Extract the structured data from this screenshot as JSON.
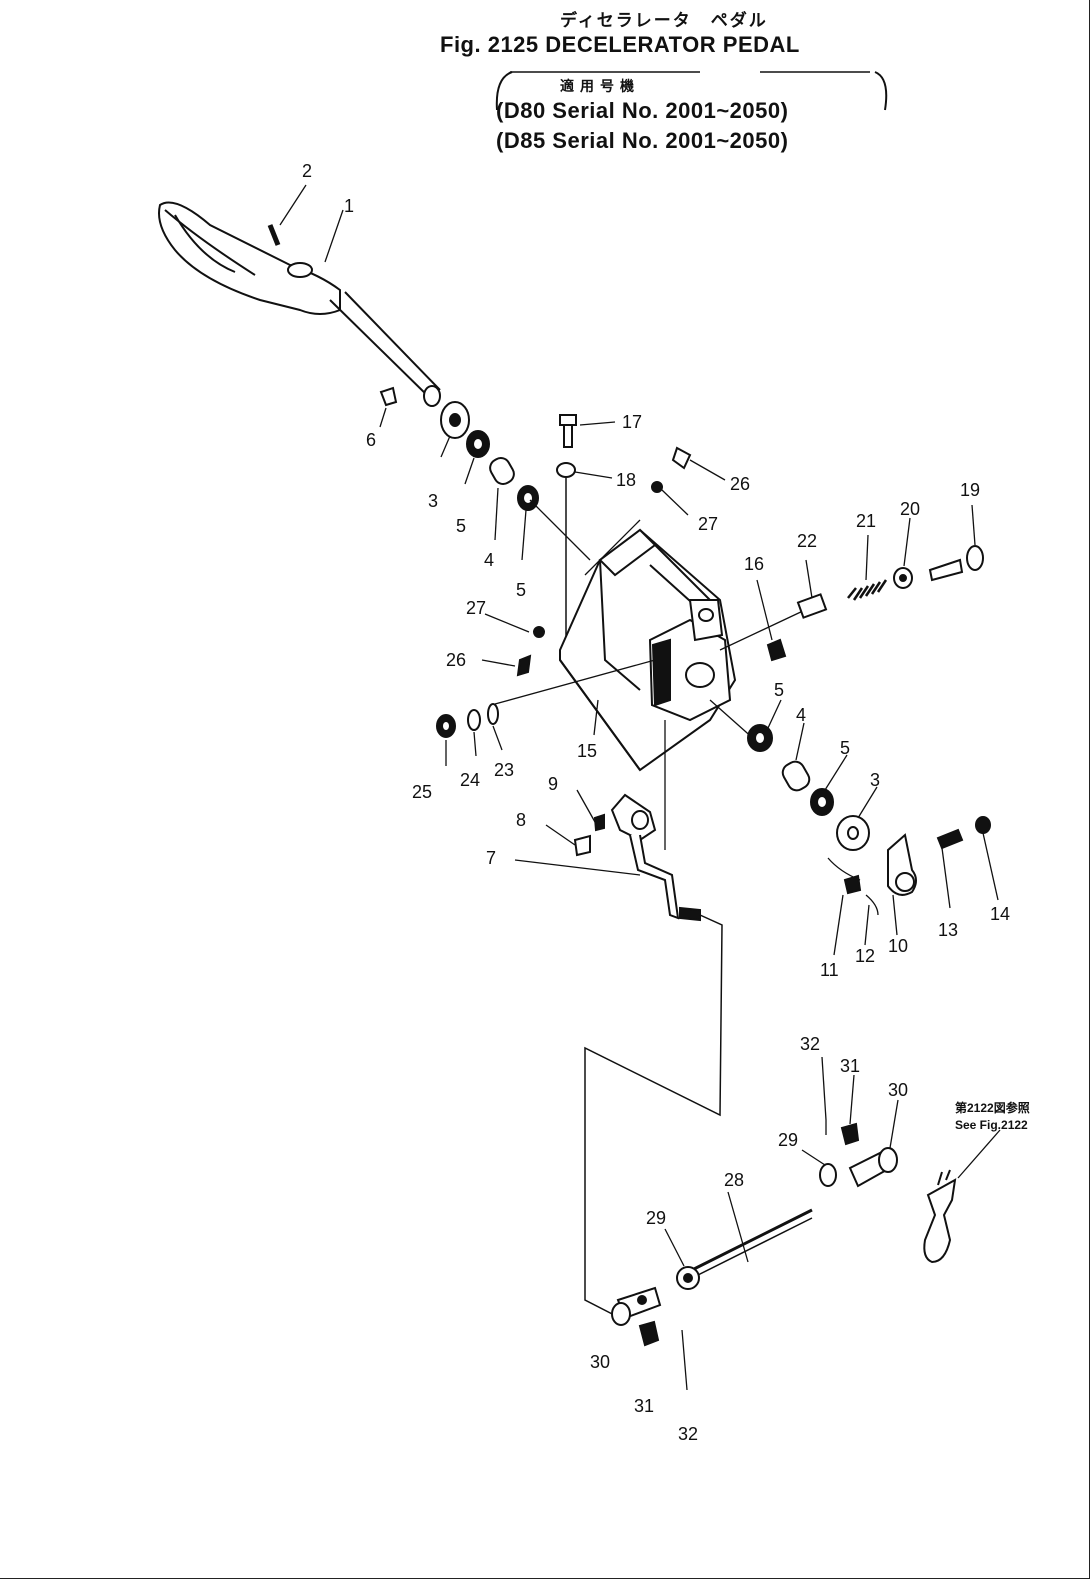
{
  "header": {
    "jp_title": "ディセラレータ　ペダル",
    "fig_title": "Fig. 2125 DECELERATOR PEDAL",
    "jp_applicable": "適用号機",
    "serial_lines": [
      "(D80 Serial No. 2001~2050)",
      "(D85 Serial No. 2001~2050)"
    ]
  },
  "reference": {
    "jp": "第2122図参照",
    "en": "See Fig.2122"
  },
  "callouts": {
    "c1": "1",
    "c2": "2",
    "c3a": "3",
    "c3b": "3",
    "c4a": "4",
    "c4b": "4",
    "c5a": "5",
    "c5b": "5",
    "c5c": "5",
    "c5d": "5",
    "c6": "6",
    "c7": "7",
    "c8": "8",
    "c9": "9",
    "c10": "10",
    "c11": "11",
    "c12": "12",
    "c13": "13",
    "c14": "14",
    "c15": "15",
    "c16": "16",
    "c17": "17",
    "c18": "18",
    "c19": "19",
    "c20": "20",
    "c21": "21",
    "c22": "22",
    "c23": "23",
    "c24": "24",
    "c25": "25",
    "c26a": "26",
    "c26b": "26",
    "c27a": "27",
    "c27b": "27",
    "c28": "28",
    "c29a": "29",
    "c29b": "29",
    "c30a": "30",
    "c30b": "30",
    "c31a": "31",
    "c31b": "31",
    "c32a": "32",
    "c32b": "32"
  }
}
